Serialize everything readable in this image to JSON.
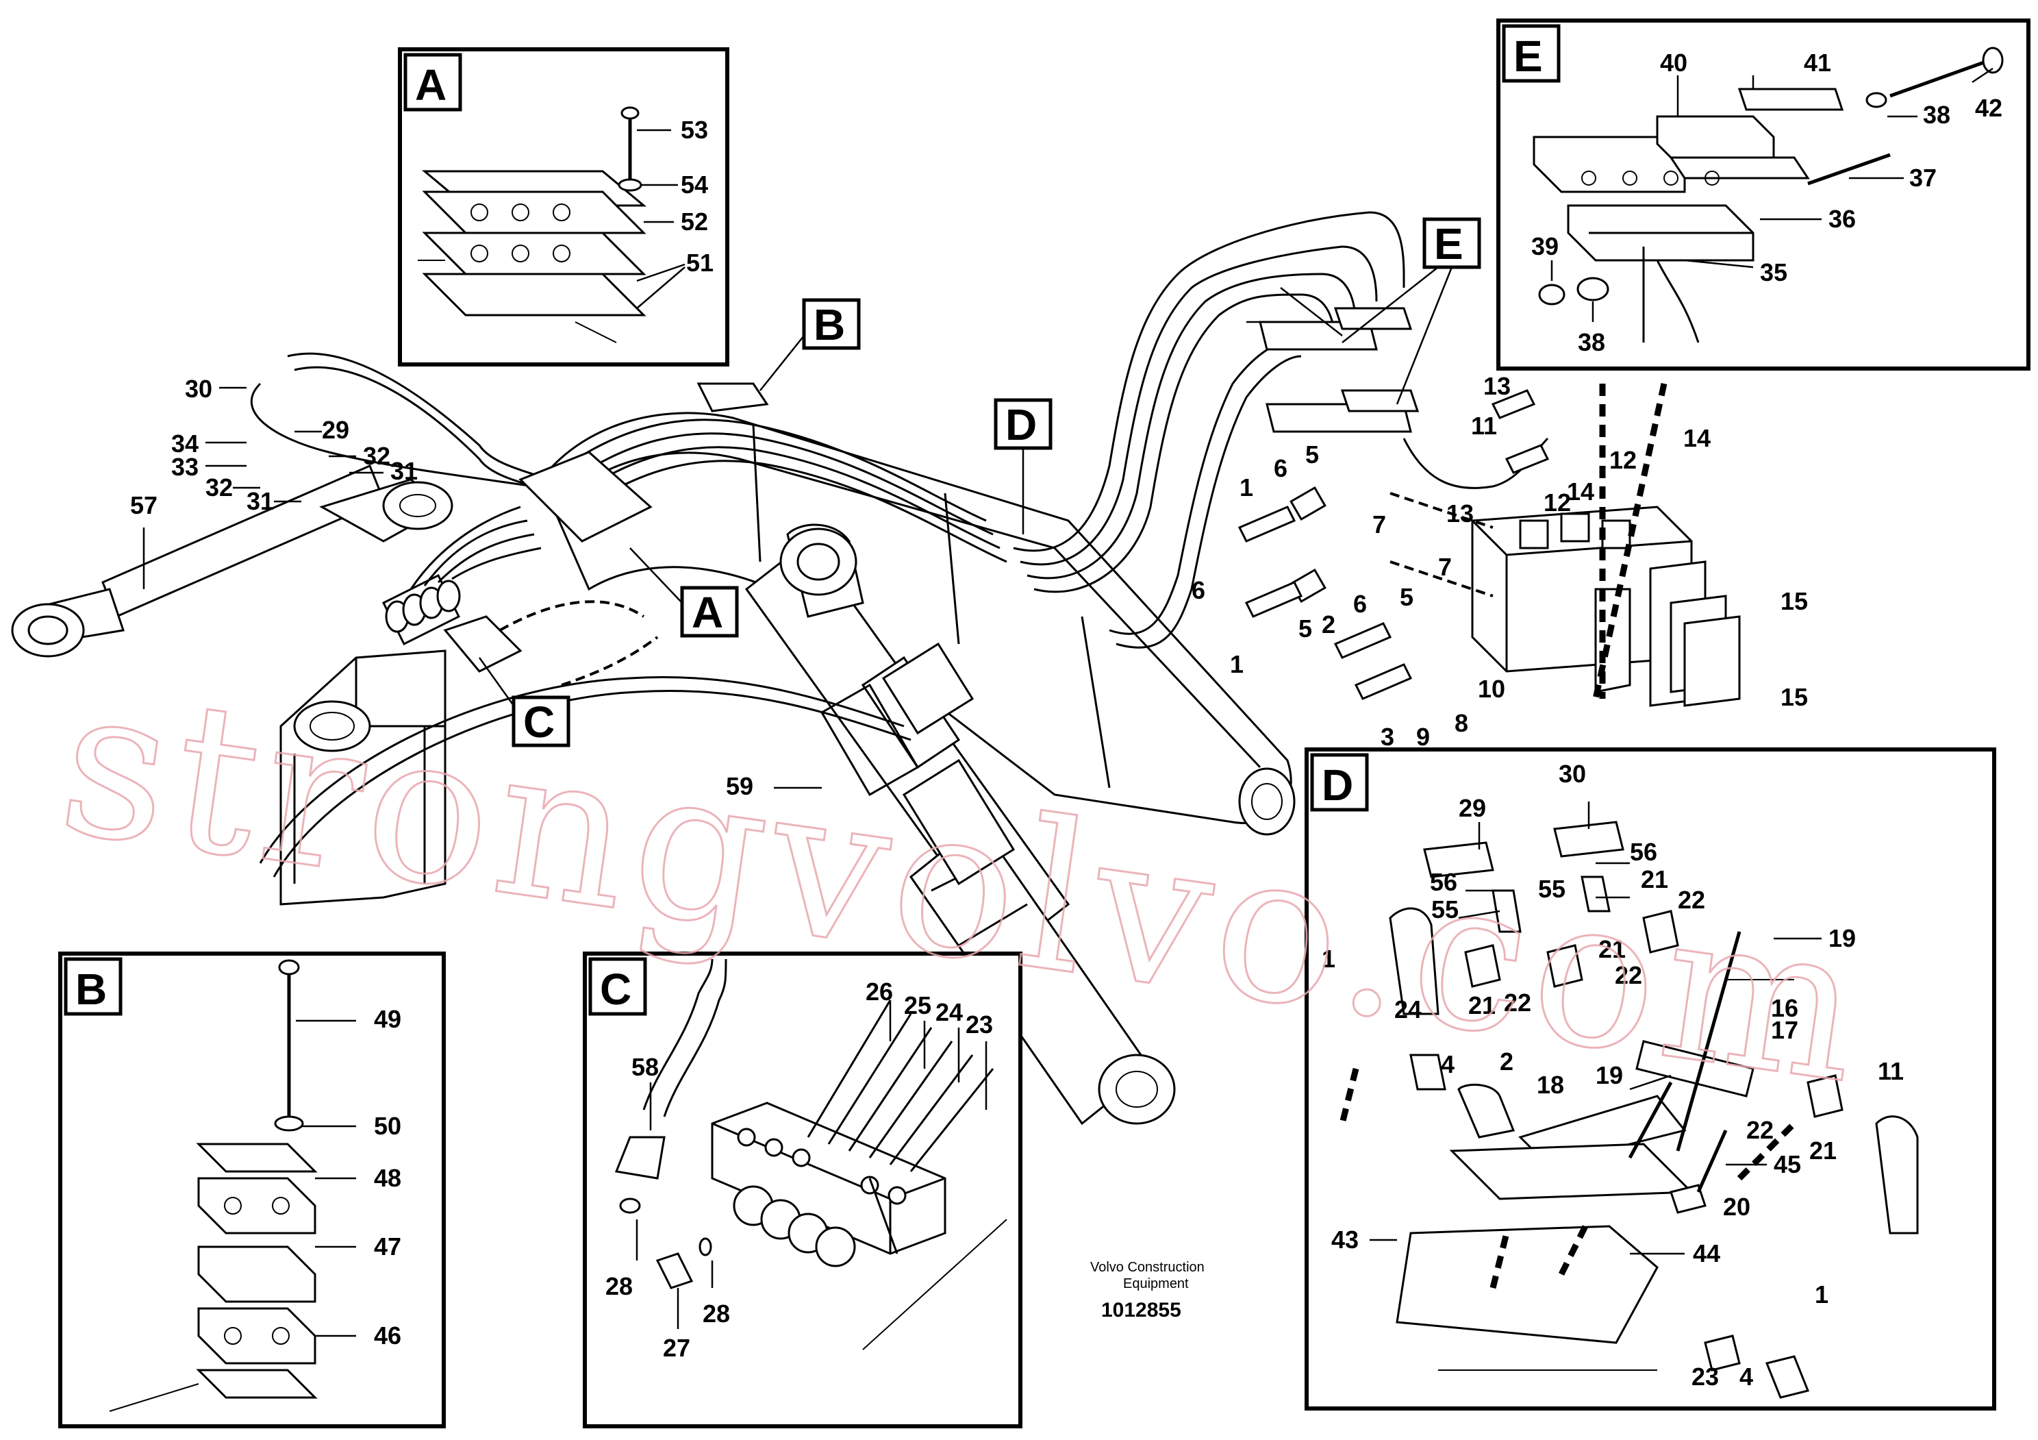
{
  "drawing": {
    "caption_line1": "Volvo Construction",
    "caption_line2": "Equipment",
    "drawing_number": "1012855",
    "watermark": "strongvolvo.com"
  },
  "detail_letters": {
    "A": "A",
    "B": "B",
    "C": "C",
    "D": "D",
    "E": "E"
  },
  "callouts": {
    "main": [
      "30",
      "29",
      "34",
      "33",
      "32",
      "32",
      "31",
      "31",
      "57",
      "59",
      "1",
      "1",
      "2",
      "3",
      "5",
      "5",
      "5",
      "6",
      "6",
      "6",
      "7",
      "7",
      "8",
      "9",
      "10",
      "11",
      "12",
      "12",
      "13",
      "13",
      "14",
      "14",
      "15",
      "15"
    ],
    "detail_a": [
      "53",
      "54",
      "52",
      "51"
    ],
    "detail_b": [
      "49",
      "50",
      "48",
      "47",
      "46"
    ],
    "detail_c": [
      "26",
      "25",
      "24",
      "23",
      "58",
      "28",
      "28",
      "27"
    ],
    "detail_d": [
      "29",
      "30",
      "56",
      "56",
      "55",
      "55",
      "21",
      "21",
      "21",
      "21",
      "22",
      "22",
      "22",
      "22",
      "1",
      "24",
      "4",
      "2",
      "18",
      "19",
      "19",
      "16",
      "17",
      "11",
      "45",
      "20",
      "43",
      "44",
      "1",
      "23",
      "4"
    ],
    "detail_e": [
      "40",
      "41",
      "42",
      "38",
      "37",
      "36",
      "35",
      "39",
      "38"
    ]
  }
}
